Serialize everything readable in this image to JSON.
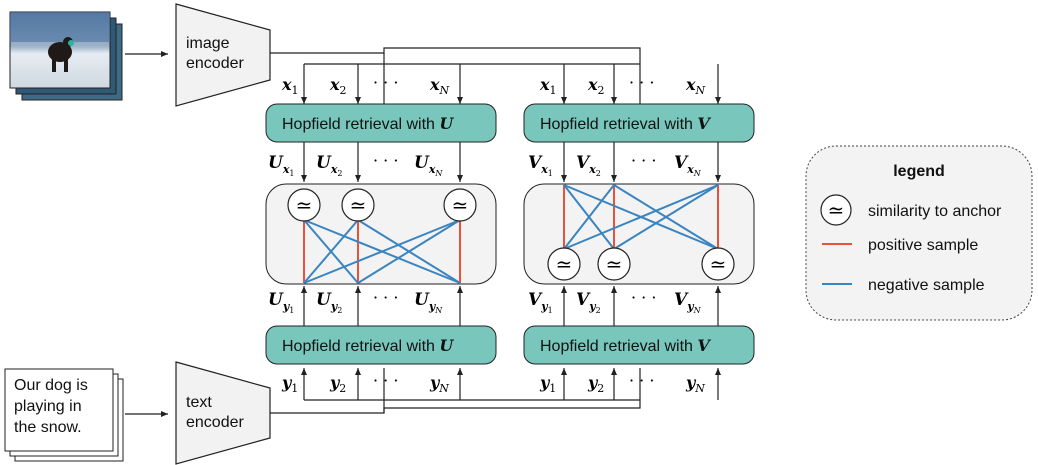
{
  "encoders": {
    "image": [
      "image",
      "encoder"
    ],
    "text": [
      "text",
      "encoder"
    ]
  },
  "caption_lines": [
    "Our dog is",
    "playing in",
    "the snow."
  ],
  "hopfield": {
    "u_label": "Hopfield retrieval with",
    "u_symbol": "U",
    "v_label": "Hopfield retrieval with",
    "v_symbol": "V"
  },
  "vectors": {
    "x": "x",
    "y": "y",
    "sub_1": "1",
    "sub_2": "2",
    "sub_n": "N",
    "ellipsis": "· · ·"
  },
  "matrices": {
    "U": "U",
    "V": "V"
  },
  "similarity_symbol": "≃",
  "legend": {
    "title": "legend",
    "items": [
      {
        "label": "similarity to anchor",
        "kind": "similarity"
      },
      {
        "label": "positive sample",
        "kind": "positive",
        "color": "#e8523a"
      },
      {
        "label": "negative sample",
        "kind": "negative",
        "color": "#3a84c0"
      }
    ]
  },
  "colors": {
    "hopfield_fill": "#79c7bc",
    "panel_fill": "#f3f3f3",
    "positive": "#e8523a",
    "negative": "#3a84c0",
    "encoder_fill": "#f2f2f2"
  }
}
